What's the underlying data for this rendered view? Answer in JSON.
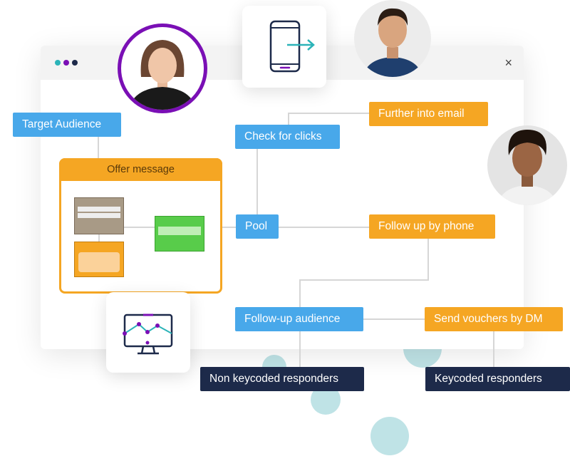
{
  "window": {
    "close_label": "×"
  },
  "nodes": {
    "target_audience": "Target Audience",
    "offer_message": "Offer message",
    "check_for_clicks": "Check for clicks",
    "further_into_email": "Further into email",
    "pool": "Pool",
    "follow_up_by_phone": "Follow up by phone",
    "follow_up_audience": "Follow-up audience",
    "send_vouchers_by_dm": "Send vouchers by DM",
    "non_keycoded_responders": "Non keycoded responders",
    "keycoded_responders": "Keycoded responders"
  },
  "colors": {
    "blue": "#48a8ea",
    "orange": "#f5a623",
    "dark": "#1d2a4a",
    "purple": "#7a0fb5",
    "teal": "#bfe3e6"
  },
  "icons": [
    "phone-forward-icon",
    "monitor-chart-icon"
  ]
}
